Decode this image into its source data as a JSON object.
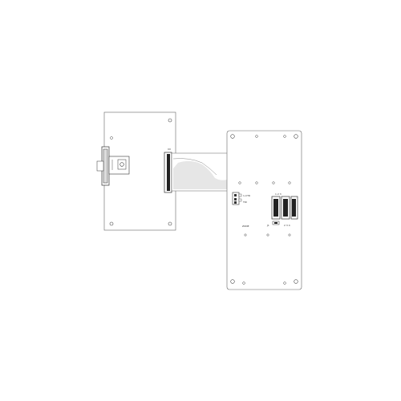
{
  "labels": {
    "jumper_left_top": "1-CTR",
    "jumper_left_bottom": "TRI",
    "left_bottom_text": "ZONE",
    "connector_top_text": "1 2 3",
    "connector_bottom_text": "2 3 4",
    "panel_label_small": "J1"
  },
  "colors": {
    "outline": "#555555",
    "panel_fill": "#ffffff",
    "ribbon_fill": "#e6e6e6",
    "connector_dark": "#222222"
  }
}
